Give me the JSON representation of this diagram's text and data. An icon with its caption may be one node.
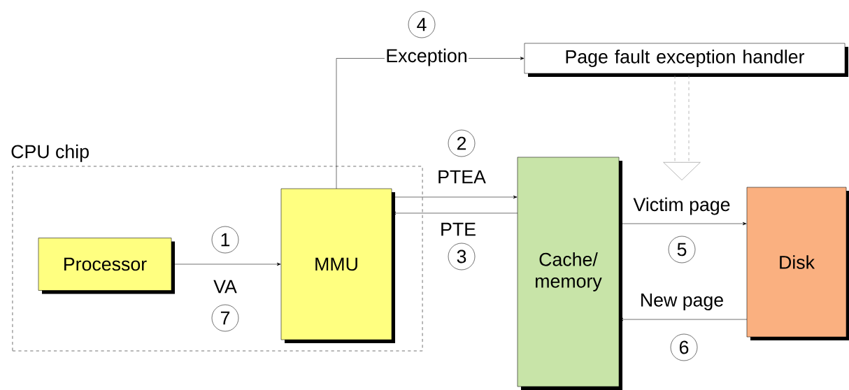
{
  "diagram": {
    "nodes": [
      {
        "text": [
          "CPU chip"
        ]
      },
      {
        "text": [
          "Processor"
        ],
        "in": 0
      },
      {
        "text": [
          "MMU"
        ],
        "in": 0
      },
      {
        "text": [
          "Cache/ memory"
        ]
      },
      {
        "text": [
          "Page fault exception handler"
        ]
      },
      {
        "text": [
          "Disk"
        ]
      }
    ],
    "edges": [
      {
        "from": 1,
        "to": 2,
        "arrow": "to",
        "label": "VA"
      },
      {
        "from": 2,
        "to": 4,
        "arrow": "to",
        "label": "Exception"
      },
      {
        "from": 2,
        "to": 3,
        "arrow": "to",
        "label": "PTEA"
      },
      {
        "from": 3,
        "to": 2,
        "arrow": "to",
        "label": "PTE"
      },
      {
        "from": 3,
        "to": 5,
        "arrow": "to",
        "label": "Victim page"
      },
      {
        "from": 5,
        "to": 3,
        "arrow": "to",
        "label": "New page"
      },
      {
        "from": 4,
        "to": null,
        "arrow": "to",
        "style": "dashed",
        "color": "#808080"
      }
    ],
    "labels": [
      "4",
      "2",
      "1",
      "5",
      "3",
      "7",
      "6"
    ]
  }
}
